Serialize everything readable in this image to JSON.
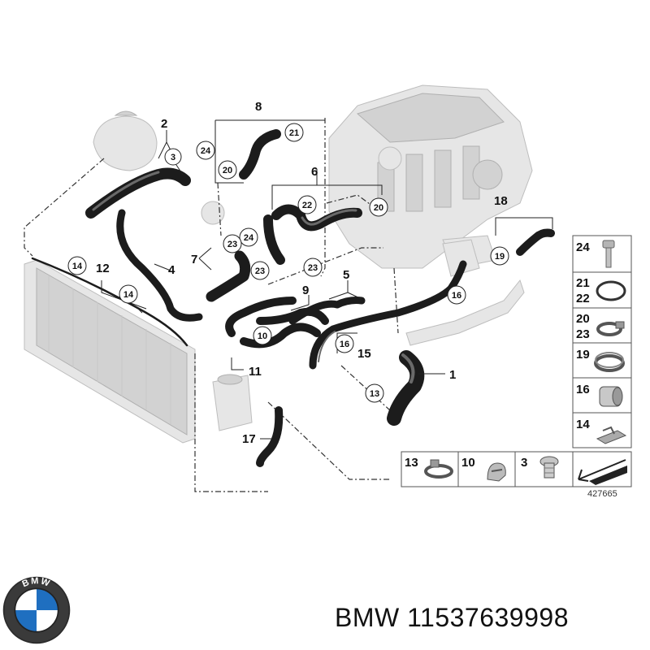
{
  "diagram": {
    "callouts": {
      "p1": "1",
      "p2": "2",
      "p3": "3",
      "p4": "4",
      "p5": "5",
      "p6": "6",
      "p7": "7",
      "p8": "8",
      "p9": "9",
      "p10": "10",
      "p11": "11",
      "p12": "12",
      "p13": "13",
      "p14": "14",
      "p15": "15",
      "p16": "16",
      "p17": "17",
      "p18": "18",
      "p19": "19",
      "p20": "20",
      "p21": "21",
      "p22": "22",
      "p23": "23",
      "p24": "24"
    },
    "legend": {
      "items": {
        "i24": "24",
        "i21": "21",
        "i22": "22",
        "i20": "20",
        "i23": "23",
        "i19": "19",
        "i16": "16",
        "i14": "14",
        "i13": "13",
        "i10": "10",
        "i3": "3"
      }
    },
    "reference_number": "427665"
  },
  "brand": {
    "text": "BMW 11537639998",
    "logo_letters": "BMW"
  }
}
